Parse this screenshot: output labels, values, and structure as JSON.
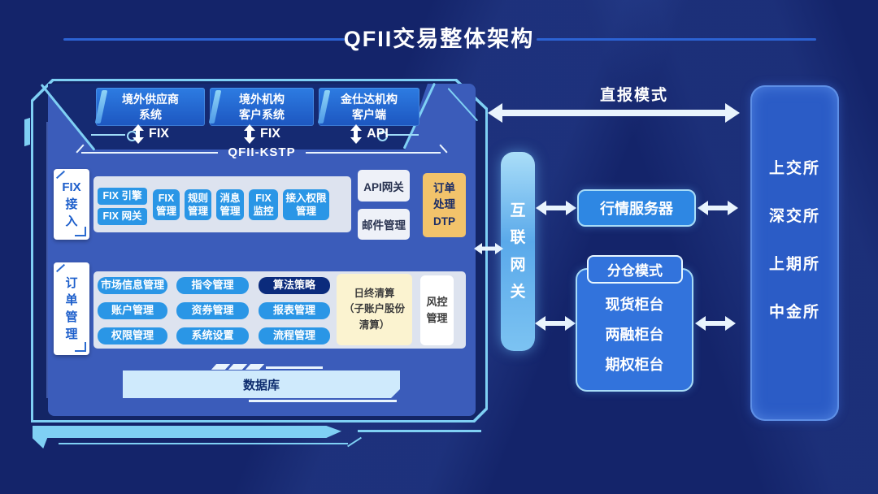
{
  "title": "QFII交易整体架构",
  "colors": {
    "background": "#14246a",
    "frame_light": "#7fd0f4",
    "panel_blue": "#3b5cba",
    "chip_blue": "#2a96e6",
    "chip_dark_navy": "#0b2b7c",
    "orange": "#f2c36b",
    "light_yellow": "#fbf3d0",
    "db_light_blue": "#cfeafc",
    "arrow_white": "#e9f4fd",
    "title_rule_blue": "#2c63d4"
  },
  "left_panel": {
    "systems": [
      {
        "label": "境外供应商\n系统",
        "protocol": "FIX"
      },
      {
        "label": "境外机构\n客户系统",
        "protocol": "FIX"
      },
      {
        "label": "金仕达机构\n客户端",
        "protocol": "API"
      }
    ],
    "kstp_label": "QFII-KSTP",
    "fix_section": {
      "label": "FIX\n接\n入",
      "stacked_chips": [
        "FIX 引擎",
        "FIX 网关"
      ],
      "chips": [
        "FIX\n管理",
        "规则\n管理",
        "消息\n管理",
        "FIX\n监控",
        "接入权限\n管理"
      ]
    },
    "api_gateway": "API网关",
    "mail_mgmt": "邮件管理",
    "order_dtp": "订单\n处理\nDTP",
    "order_section": {
      "label": "订\n单\n管\n理",
      "modules": [
        "市场信息管理",
        "指令管理",
        "算法策略",
        "账户管理",
        "资券管理",
        "报表管理",
        "权限管理",
        "系统设置",
        "流程管理"
      ],
      "settlement": "日终清算\n（子账户股份\n清算）",
      "risk": "风控\n管理"
    },
    "database": "数据库"
  },
  "gateway_label": "互\n联\n网\n关",
  "direct_mode_label": "直报模式",
  "market_server_label": "行情服务器",
  "split_mode": {
    "title": "分仓模式",
    "counters": [
      "现货柜台",
      "两融柜台",
      "期权柜台"
    ]
  },
  "exchanges": [
    "上交所",
    "深交所",
    "上期所",
    "中金所"
  ]
}
